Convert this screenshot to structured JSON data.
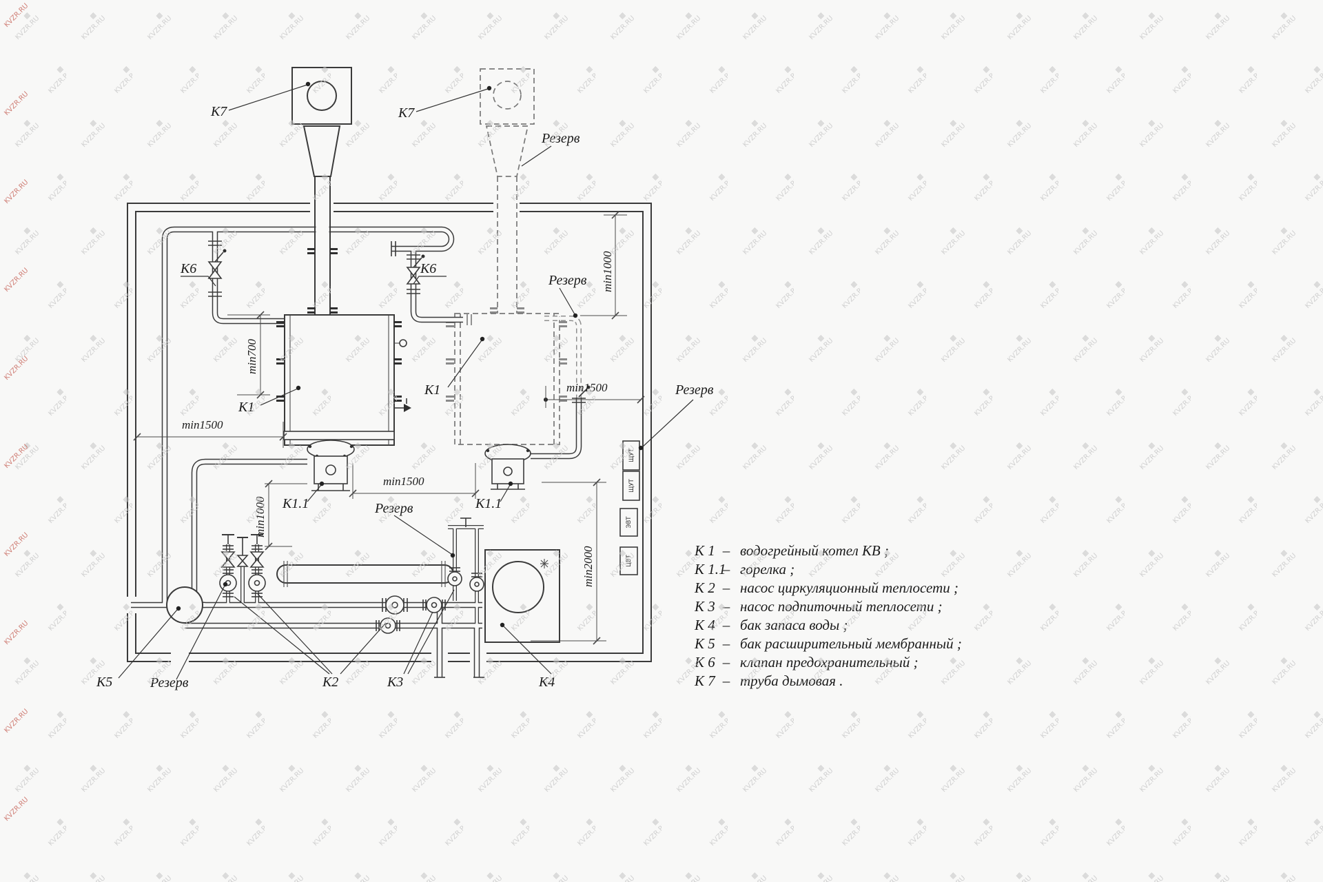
{
  "watermark": {
    "text": "KVZR.RU",
    "icon": "▦"
  },
  "drawing": {
    "labels": {
      "k1": "К1",
      "k11": "К1.1",
      "k2": "К2",
      "k3": "К3",
      "k4": "К4",
      "k5": "К5",
      "k6": "К6",
      "k7": "К7",
      "reserve": "Резерв"
    },
    "dimensions": {
      "min700": "min700",
      "min1000": "min1000",
      "min1500": "min1500",
      "min2000": "min2000"
    },
    "cabinets": {
      "c1": "ЩУТ",
      "c2": "ЩУТ",
      "c3": "ЭВТ",
      "c4": "ЦВТ"
    }
  },
  "legend": {
    "separator": "–",
    "items": [
      {
        "code": "К 1",
        "desc": "водогрейный котел КВ ;"
      },
      {
        "code": "К 1.1",
        "desc": "горелка ;"
      },
      {
        "code": "К 2",
        "desc": "насос циркуляционный теплосети ;"
      },
      {
        "code": "К 3",
        "desc": "насос подпиточный теплосети ;"
      },
      {
        "code": "К 4",
        "desc": "бак запаса воды ;"
      },
      {
        "code": "К 5",
        "desc": "бак расширительный мембранный ;"
      },
      {
        "code": "К 6",
        "desc": "клапан предохранительный ;"
      },
      {
        "code": "К 7",
        "desc": "труба дымовая ."
      }
    ]
  }
}
